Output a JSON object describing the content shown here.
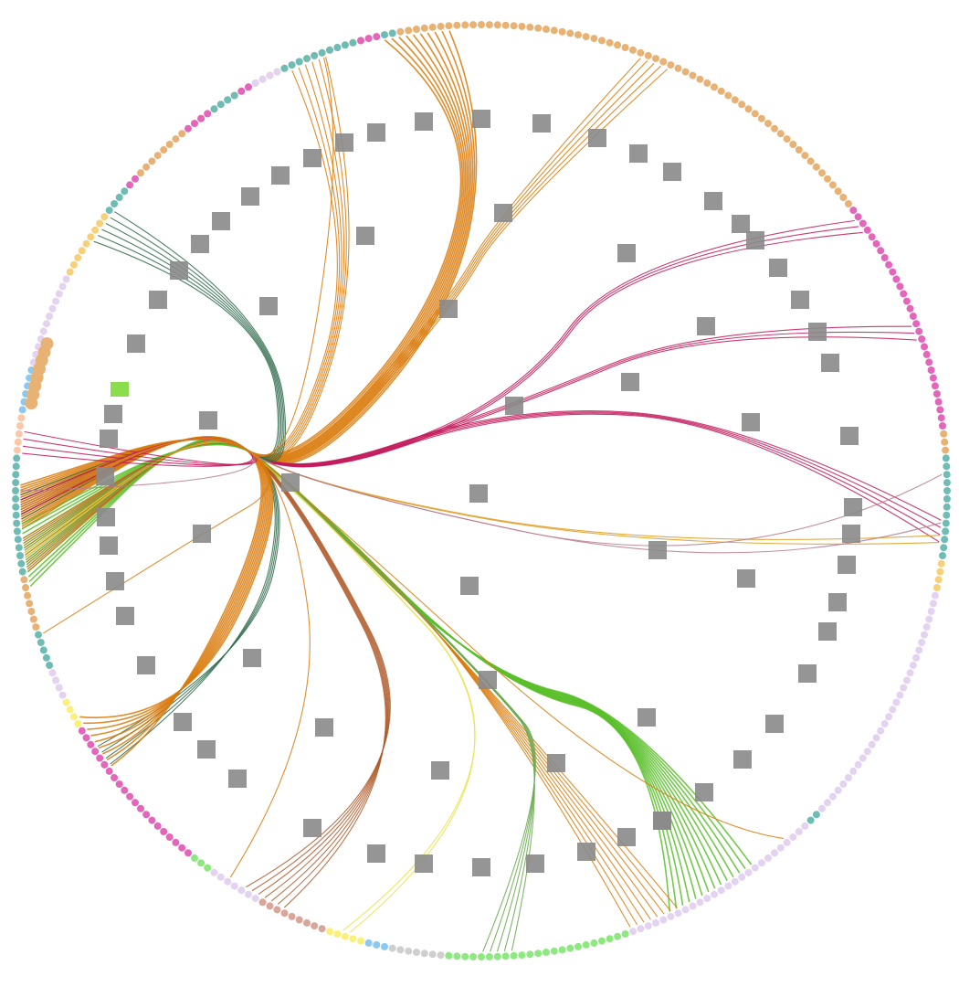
{
  "diagram": {
    "type": "radial-hierarchical-edge-bundling",
    "colors": {
      "tan": "#e8b274",
      "pink": "#e466bb",
      "teal": "#6fbcb5",
      "lavender": "#e3d3f0",
      "yellow": "#fbf07a",
      "peach": "#f9c9a7",
      "green": "#8ee880",
      "gray": "#cfcfcf",
      "skyblue": "#8cc9f2",
      "rose": "#d8a79a",
      "gold": "#f7d07a",
      "internal_node": "#8a8a8a"
    },
    "leaf_groups": [
      {
        "color": "tan",
        "start_deg": 232,
        "end_deg": 323
      },
      {
        "color": "pink",
        "start_deg": 323,
        "end_deg": 353
      },
      {
        "color": "tan",
        "start_deg": 353,
        "end_deg": 356
      },
      {
        "color": "teal",
        "start_deg": 356,
        "end_deg": 369
      },
      {
        "color": "gold",
        "start_deg": 369,
        "end_deg": 373
      },
      {
        "color": "lavender",
        "start_deg": 373,
        "end_deg": 404
      },
      {
        "color": "teal",
        "start_deg": 404,
        "end_deg": 406
      },
      {
        "color": "lavender",
        "start_deg": 406,
        "end_deg": 432
      },
      {
        "color": "green",
        "start_deg": 432,
        "end_deg": 455
      },
      {
        "color": "gray",
        "start_deg": 455,
        "end_deg": 462
      },
      {
        "color": "skyblue",
        "start_deg": 462,
        "end_deg": 465
      },
      {
        "color": "yellow",
        "start_deg": 465,
        "end_deg": 470
      },
      {
        "color": "rose",
        "start_deg": 470,
        "end_deg": 479
      },
      {
        "color": "lavender",
        "start_deg": 479,
        "end_deg": 486
      },
      {
        "color": "green",
        "start_deg": 486,
        "end_deg": 489
      },
      {
        "color": "pink",
        "start_deg": 489,
        "end_deg": 510
      },
      {
        "color": "yellow",
        "start_deg": 510,
        "end_deg": 514
      },
      {
        "color": "lavender",
        "start_deg": 514,
        "end_deg": 518
      },
      {
        "color": "teal",
        "start_deg": 518,
        "end_deg": 523
      },
      {
        "color": "tan",
        "start_deg": 523,
        "end_deg": 530
      },
      {
        "color": "teal",
        "start_deg": 530,
        "end_deg": 545
      },
      {
        "color": "peach",
        "start_deg": 545,
        "end_deg": 550
      },
      {
        "color": "skyblue",
        "start_deg": 550,
        "end_deg": 556
      },
      {
        "color": "lavender",
        "start_deg": 556,
        "end_deg": 568
      },
      {
        "color": "gold",
        "start_deg": 568,
        "end_deg": 577
      },
      {
        "color": "teal",
        "start_deg": 577,
        "end_deg": 581
      },
      {
        "color": "pink",
        "start_deg": 581,
        "end_deg": 583
      },
      {
        "color": "tan",
        "start_deg": 583,
        "end_deg": 591
      },
      {
        "color": "pink",
        "start_deg": 591,
        "end_deg": 595
      },
      {
        "color": "teal",
        "start_deg": 595,
        "end_deg": 599
      },
      {
        "color": "pink",
        "start_deg": 599,
        "end_deg": 601
      },
      {
        "color": "lavender",
        "start_deg": 601,
        "end_deg": 605
      },
      {
        "color": "teal",
        "start_deg": 605,
        "end_deg": 615
      },
      {
        "color": "pink",
        "start_deg": 615,
        "end_deg": 618
      },
      {
        "color": "teal",
        "start_deg": 618,
        "end_deg": 620
      }
    ],
    "edge_bundles": [
      {
        "color": "#d97a0a",
        "count": 10,
        "from_deg": 262,
        "to_deg": 178,
        "via": [
          "n-orange-up-1",
          "n-orange-up-2",
          "hub-center"
        ]
      },
      {
        "color": "#d97a0a",
        "count": 5,
        "from_deg": 292,
        "to_deg": 178,
        "via": [
          "n-orange-right",
          "n-orange-up-2",
          "hub-center"
        ]
      },
      {
        "color": "#d97a0a",
        "count": 6,
        "from_deg": 248,
        "to_deg": 178,
        "via": [
          "n-orange-left",
          "hub-center"
        ]
      },
      {
        "color": "#c2185b",
        "count": 3,
        "from_deg": 325,
        "to_deg": 178,
        "via": [
          "n-pink-1",
          "n-pink-2",
          "hub-center"
        ]
      },
      {
        "color": "#c2185b",
        "count": 3,
        "from_deg": 340,
        "to_deg": 178,
        "via": [
          "n-pink-3",
          "n-pink-2",
          "hub-center"
        ]
      },
      {
        "color": "#c2185b",
        "count": 4,
        "from_deg": 5,
        "to_deg": 178,
        "via": [
          "n-pink-4",
          "n-pink-2",
          "hub-center"
        ]
      },
      {
        "color": "#2e6b4b",
        "count": 6,
        "from_deg": 215,
        "to_deg": 178,
        "via": [
          "n-green-top",
          "hub-center"
        ]
      },
      {
        "color": "#2e6b4b",
        "count": 4,
        "from_deg": 145,
        "to_deg": 178,
        "via": [
          "n-green-low",
          "hub-center"
        ]
      },
      {
        "color": "#5abf2c",
        "count": 14,
        "from_deg": 420,
        "to_deg": 172,
        "via": [
          "n-lime-1",
          "n-lime-2",
          "hub-center"
        ]
      },
      {
        "color": "#d97a0a",
        "count": 8,
        "from_deg": 428,
        "to_deg": 172,
        "via": [
          "n-lime-2",
          "hub-center"
        ]
      },
      {
        "color": "#b05a2a",
        "count": 7,
        "from_deg": 478,
        "to_deg": 172,
        "via": [
          "n-brown",
          "hub-center"
        ]
      },
      {
        "color": "#6aa84f",
        "count": 5,
        "from_deg": 448,
        "to_deg": 172,
        "via": [
          "n-lime-3",
          "n-lime-2",
          "hub-center"
        ]
      },
      {
        "color": "#e7e24a",
        "count": 2,
        "from_deg": 467,
        "to_deg": 172,
        "via": [
          "n-lime-3",
          "hub-center"
        ]
      },
      {
        "color": "#d97a0a",
        "count": 9,
        "from_deg": 147,
        "to_deg": 178,
        "via": [
          "n-orange-low",
          "hub-center"
        ]
      },
      {
        "color": "#c2185b",
        "count": 4,
        "from_deg": 186,
        "to_deg": 178,
        "via": [
          "hub-center"
        ]
      },
      {
        "color": "#e09a1c",
        "count": 2,
        "from_deg": 366,
        "to_deg": 178,
        "via": [
          "n-gold-right",
          "hub-center"
        ]
      },
      {
        "color": "#b97a8c",
        "count": 1,
        "from_deg": 364,
        "to_deg": 178,
        "via": [
          "n-mauve",
          "hub-center"
        ]
      },
      {
        "color": "#b97a8c",
        "count": 1,
        "from_deg": 358,
        "to_deg": 178,
        "via": [
          "n-mauve",
          "hub-center"
        ]
      },
      {
        "color": "#d97a0a",
        "count": 1,
        "from_deg": 123,
        "to_deg": 178,
        "via": [
          "n-orange-sw",
          "hub-center"
        ]
      },
      {
        "color": "#d97a0a",
        "count": 1,
        "from_deg": 162,
        "to_deg": 178,
        "via": [
          "n-orange-w",
          "hub-center"
        ]
      },
      {
        "color": "#b97a8c",
        "count": 1,
        "from_deg": 180,
        "to_deg": 178,
        "via": [
          "hub-center"
        ]
      },
      {
        "color": "#d97a0a",
        "count": 1,
        "from_deg": 409,
        "to_deg": 172,
        "via": [
          "n-orange-se",
          "hub-center"
        ]
      },
      {
        "color": "#d97a0a",
        "count": 1,
        "from_deg": 250,
        "to_deg": 178,
        "via": [
          "n-orange-nw",
          "hub-center"
        ]
      }
    ]
  }
}
